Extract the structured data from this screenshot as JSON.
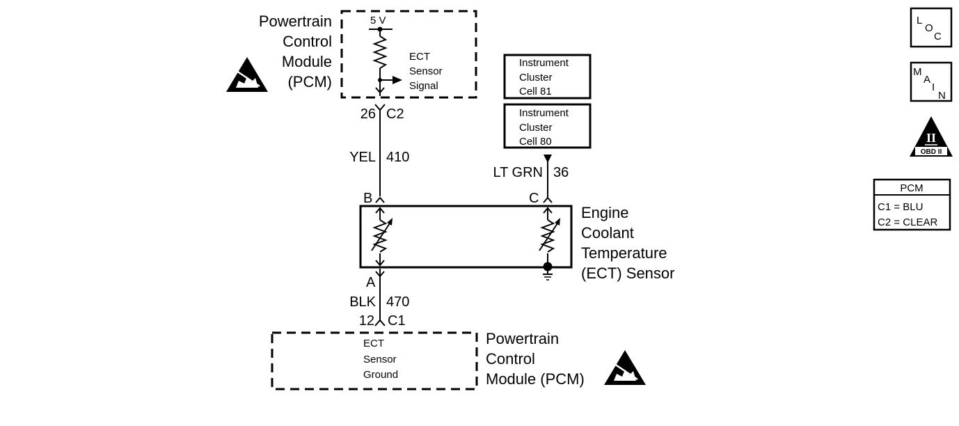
{
  "colors": {
    "ink": "#000000",
    "background": "#ffffff"
  },
  "pcm_top": {
    "title_lines": [
      "Powertrain",
      "Control",
      "Module",
      "(PCM)"
    ],
    "voltage": "5 V",
    "signal_lines": [
      "ECT",
      "Sensor",
      "Signal"
    ],
    "pin": "26",
    "connector": "C2"
  },
  "pcm_bottom": {
    "title_lines": [
      "Powertrain",
      "Control",
      "Module (PCM)"
    ],
    "ground_lines": [
      "ECT",
      "Sensor",
      "Ground"
    ],
    "pin": "12",
    "connector": "C1"
  },
  "instrument_cluster": {
    "cell81_lines": [
      "Instrument",
      "Cluster",
      "Cell 81"
    ],
    "cell80_lines": [
      "Instrument",
      "Cluster",
      "Cell 80"
    ]
  },
  "wires": {
    "signal": {
      "color": "YEL",
      "circuit": "410"
    },
    "gauge": {
      "color": "LT GRN",
      "circuit": "36"
    },
    "ground": {
      "color": "BLK",
      "circuit": "470"
    }
  },
  "sensor": {
    "title_lines": [
      "Engine",
      "Coolant",
      "Temperature",
      "(ECT) Sensor"
    ],
    "terminal_b": "B",
    "terminal_c": "C",
    "terminal_a": "A"
  },
  "legend_icons": {
    "loc": [
      "L",
      "O",
      "C"
    ],
    "main": [
      "M",
      "A",
      "I",
      "N"
    ],
    "obd": {
      "numeral": "II",
      "caption": "OBD II"
    }
  },
  "pcm_connector_table": {
    "header": "PCM",
    "rows": [
      "C1 = BLU",
      "C2 = CLEAR"
    ]
  }
}
